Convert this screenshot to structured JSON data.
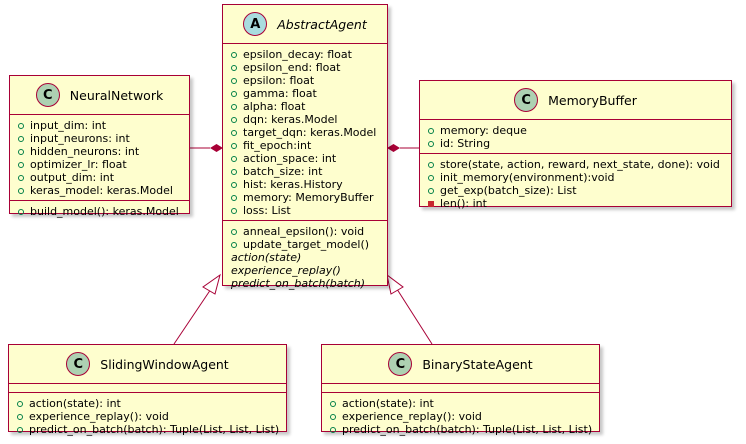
{
  "classes": {
    "abstract_agent": {
      "stereotype_letter": "A",
      "name": "AbstractAgent",
      "fields": [
        "epsilon_decay: float",
        "epsilon_end: float",
        "epsilon: float",
        "gamma: float",
        "alpha: float",
        "dqn: keras.Model",
        "target_dqn: keras.Model",
        "fit_epoch:int",
        "action_space: int",
        "batch_size: int",
        "hist: keras.History",
        "memory: MemoryBuffer",
        "loss: List"
      ],
      "methods": [
        "anneal_epsilon(): void",
        "update_target_model()"
      ],
      "abstract_methods": [
        "action(state)",
        "experience_replay()",
        "predict_on_batch(batch)"
      ]
    },
    "neural_network": {
      "stereotype_letter": "C",
      "name": "NeuralNetwork",
      "fields": [
        "input_dim: int",
        "input_neurons: int",
        "hidden_neurons: int",
        "optimizer_lr: float",
        "output_dim: int",
        "keras_model: keras.Model"
      ],
      "methods": [
        "build_model(): keras.Model"
      ]
    },
    "memory_buffer": {
      "stereotype_letter": "C",
      "name": "MemoryBuffer",
      "fields": [
        "memory: deque",
        "id: String"
      ],
      "methods": [
        "store(state, action, reward, next_state, done): void",
        "init_memory(environment):void",
        "get_exp(batch_size): List"
      ],
      "private_methods": [
        "len(): int"
      ]
    },
    "sliding_window_agent": {
      "stereotype_letter": "C",
      "name": "SlidingWindowAgent",
      "methods": [
        "action(state): int",
        "experience_replay(): void",
        "predict_on_batch(batch): Tuple(List, List, List)"
      ]
    },
    "binary_state_agent": {
      "stereotype_letter": "C",
      "name": "BinaryStateAgent",
      "methods": [
        "action(state): int",
        "experience_replay(): void",
        "predict_on_batch(batch): Tuple(List, List, List)"
      ]
    }
  },
  "colors": {
    "class_fill": "#fefece",
    "border": "#a80036",
    "class_badge": "#add1b2",
    "abstract_badge": "#a9dcdf",
    "public_marker": "#038048",
    "private_marker": "#c82930"
  }
}
